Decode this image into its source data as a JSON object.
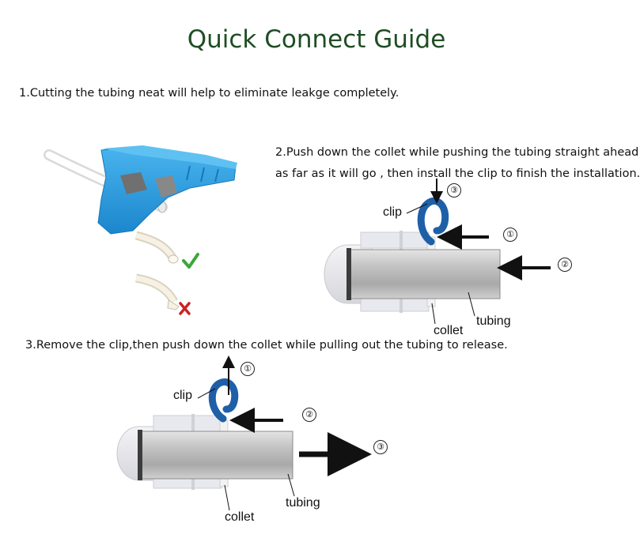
{
  "title": "Quick Connect Guide",
  "step1": {
    "text": "1.Cutting the tubing neat will help to eliminate leakge completely."
  },
  "step2": {
    "line1": "2.Push down the collet while pushing the tubing straight ahead",
    "line2": "as far as it will go , then install the clip to finish the installation.",
    "labels": {
      "clip": "clip",
      "collet": "collet",
      "tubing": "tubing"
    },
    "markers": [
      "①",
      "②",
      "③"
    ]
  },
  "step3": {
    "text": "3.Remove the clip,then push down the collet while pulling out the tubing to release.",
    "labels": {
      "clip": "clip",
      "collet": "collet",
      "tubing": "tubing"
    },
    "markers": [
      "①",
      "②",
      "③"
    ]
  },
  "colors": {
    "title": "#1f4d24",
    "cutter": "#2b9fe0",
    "clip": "#1e5fa8",
    "check": "#3aa83a",
    "cross": "#cc2222"
  },
  "icons": [
    "tube-cutter-icon",
    "check-icon",
    "cross-icon",
    "clip-icon",
    "arrow-icon"
  ]
}
